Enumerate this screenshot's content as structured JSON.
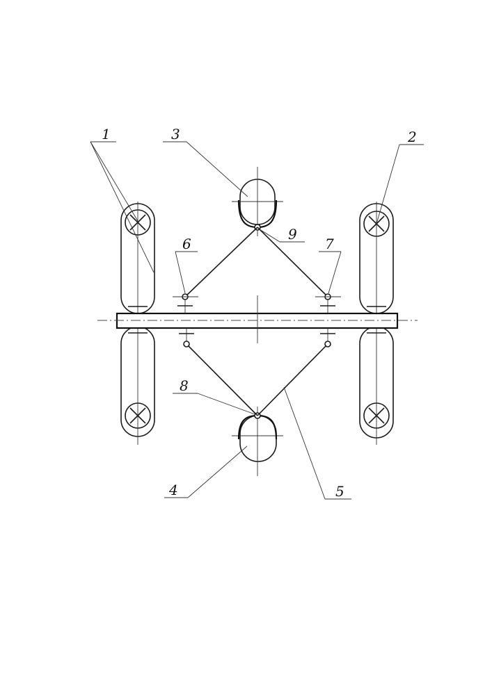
{
  "labels": {
    "l1": "1",
    "l2": "2",
    "l3": "3",
    "l4": "4",
    "l5": "5",
    "l6": "6",
    "l7": "7",
    "l8": "8",
    "l9": "9"
  }
}
